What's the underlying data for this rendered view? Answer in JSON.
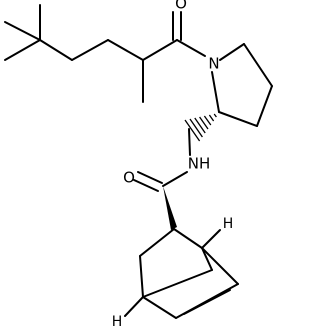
{
  "molecule": {
    "atoms": {
      "O_ketone": "O",
      "N_ring": "N",
      "NH": "NH",
      "O_amide": "O",
      "H_top": "H",
      "H_bottom": "H"
    }
  }
}
